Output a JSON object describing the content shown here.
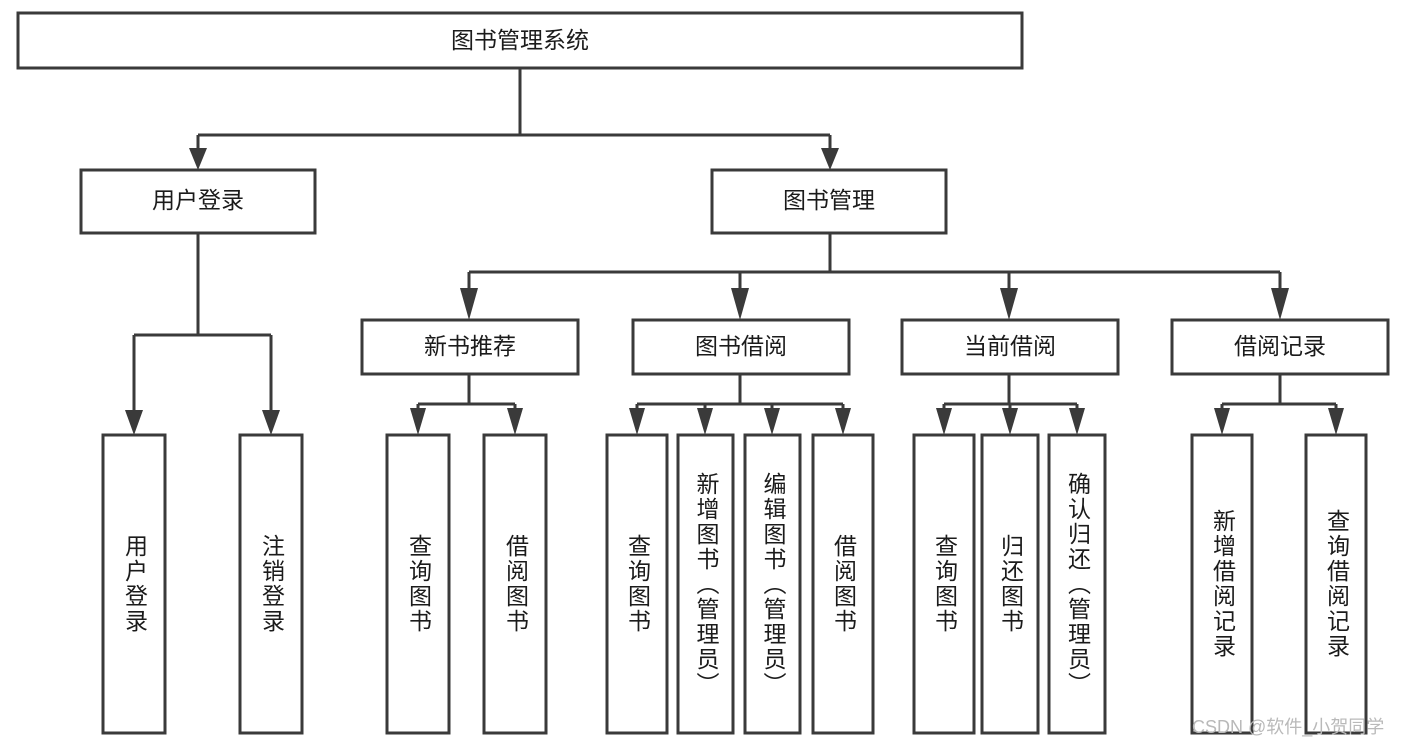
{
  "diagram": {
    "type": "tree",
    "title": "图书管理系统",
    "orientation": "top-down",
    "root": {
      "label": "图书管理系统"
    },
    "level2": [
      {
        "label": "用户登录"
      },
      {
        "label": "图书管理"
      }
    ],
    "level3": [
      {
        "label": "新书推荐"
      },
      {
        "label": "图书借阅"
      },
      {
        "label": "当前借阅"
      },
      {
        "label": "借阅记录"
      }
    ],
    "leaves": {
      "user_login": [
        {
          "label": "用户登录"
        },
        {
          "label": "注销登录"
        }
      ],
      "new_book_recommend": [
        {
          "label": "查询图书"
        },
        {
          "label": "借阅图书"
        }
      ],
      "book_borrow": [
        {
          "label": "查询图书"
        },
        {
          "label": "新增图书（管理员）"
        },
        {
          "label": "编辑图书（管理员）"
        },
        {
          "label": "借阅图书"
        }
      ],
      "current_borrow": [
        {
          "label": "查询图书"
        },
        {
          "label": "归还图书"
        },
        {
          "label": "确认归还（管理员）"
        }
      ],
      "borrow_record": [
        {
          "label": "新增借阅记录"
        },
        {
          "label": "查询借阅记录"
        }
      ]
    }
  },
  "watermark": {
    "text": "CSDN @软件_小贺同学"
  },
  "colors": {
    "stroke": "#3a3a3a",
    "box_fill": "#ffffff",
    "text": "#1b1b1b",
    "watermark": "#b9b9b9",
    "background": "#ffffff"
  }
}
